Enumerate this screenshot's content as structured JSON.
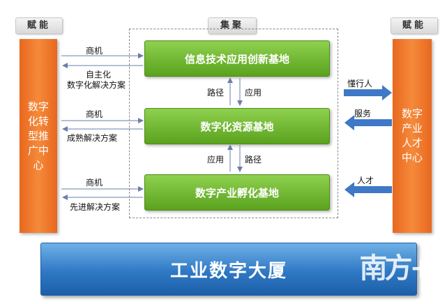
{
  "tags": {
    "left": "赋能",
    "center": "集聚",
    "right": "赋能"
  },
  "left_bar": {
    "label": "数字化转型推广中心",
    "color": "#f07a2a"
  },
  "right_bar": {
    "label": "数字产业人才中心",
    "color": "#f07a2a"
  },
  "bases": [
    {
      "label": "信息技术应用创新基地",
      "color": "#6cb832"
    },
    {
      "label": "数字化资源基地",
      "color": "#6cb832"
    },
    {
      "label": "数字产业孵化基地",
      "color": "#6cb832"
    }
  ],
  "left_flows": [
    {
      "in_label": "商机",
      "out_label_1": "自主化",
      "out_label_2": "数字化解决方案"
    },
    {
      "in_label": "商机",
      "out_label_1": "成熟解决方案"
    },
    {
      "in_label": "商机",
      "out_label_1": "先进解决方案"
    }
  ],
  "vertical_links": [
    {
      "left": "路径",
      "right": "应用"
    },
    {
      "left": "应用",
      "right": "路径"
    }
  ],
  "right_flows": [
    {
      "label": "懂行人",
      "direction": "out",
      "color": "#3e78c6"
    },
    {
      "label": "服务",
      "direction": "in",
      "color": "#3e78c6"
    },
    {
      "label": "人才",
      "direction": "in",
      "color": "#3e78c6"
    }
  ],
  "tower": {
    "label": "工业数字大厦",
    "color": "#2f78c4"
  },
  "watermark": "南方+"
}
